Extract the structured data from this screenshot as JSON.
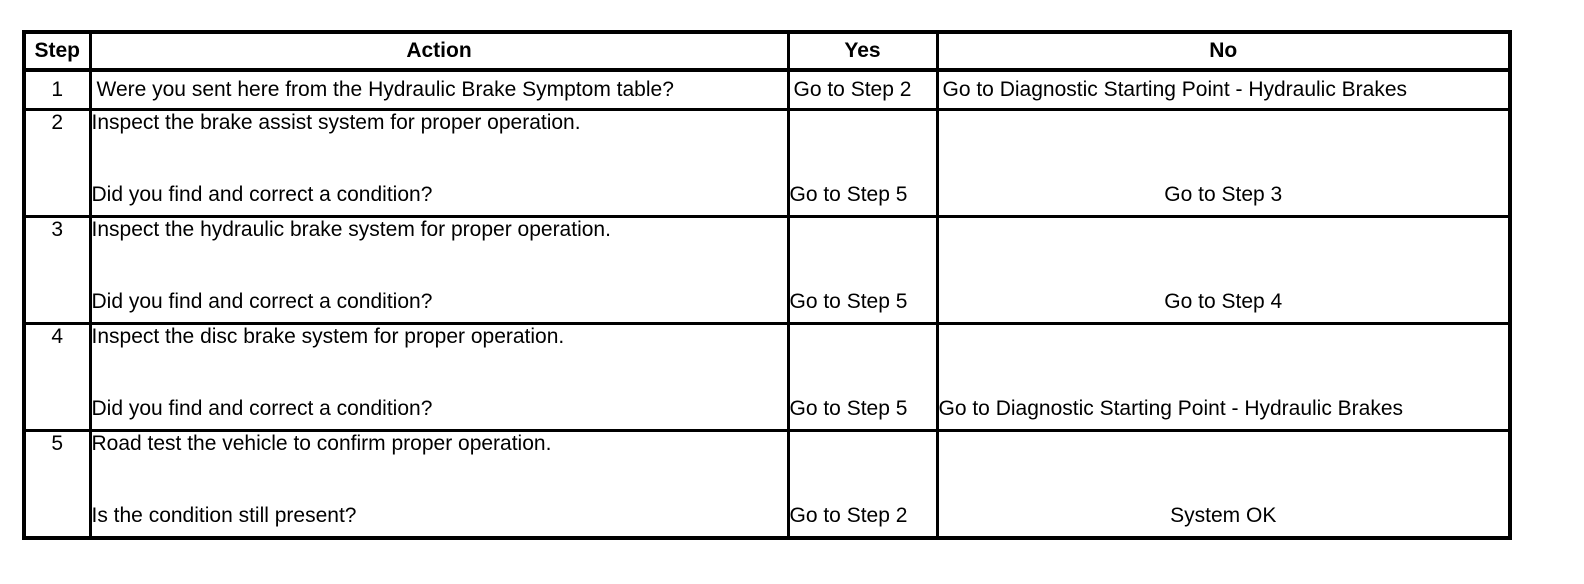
{
  "table": {
    "headers": {
      "step": "Step",
      "action": "Action",
      "yes": "Yes",
      "no": "No"
    },
    "rows": [
      {
        "step": "1",
        "action_line1": "Were you sent here from the Hydraulic Brake Symptom table?",
        "action_line2": "",
        "yes": "Go to Step 2",
        "no": "Go to Diagnostic Starting Point - Hydraulic Brakes"
      },
      {
        "step": "2",
        "action_line1": "Inspect the brake assist system for proper operation.",
        "action_line2": "Did you find and correct a condition?",
        "yes": "Go to Step 5",
        "no": "Go to Step 3"
      },
      {
        "step": "3",
        "action_line1": "Inspect the hydraulic brake system for proper operation.",
        "action_line2": "Did you find and correct a condition?",
        "yes": "Go to Step 5",
        "no": "Go to Step 4"
      },
      {
        "step": "4",
        "action_line1": "Inspect the disc brake system for proper operation.",
        "action_line2": "Did you find and correct a condition?",
        "yes": "Go to Step 5",
        "no": "Go to Diagnostic Starting Point - Hydraulic Brakes"
      },
      {
        "step": "5",
        "action_line1": "Road test the vehicle to confirm proper operation.",
        "action_line2": "Is the condition still present?",
        "yes": "Go to Step 2",
        "no": "System OK"
      }
    ]
  },
  "colors": {
    "background": "#ffffff",
    "border": "#000000",
    "text": "#000000"
  }
}
